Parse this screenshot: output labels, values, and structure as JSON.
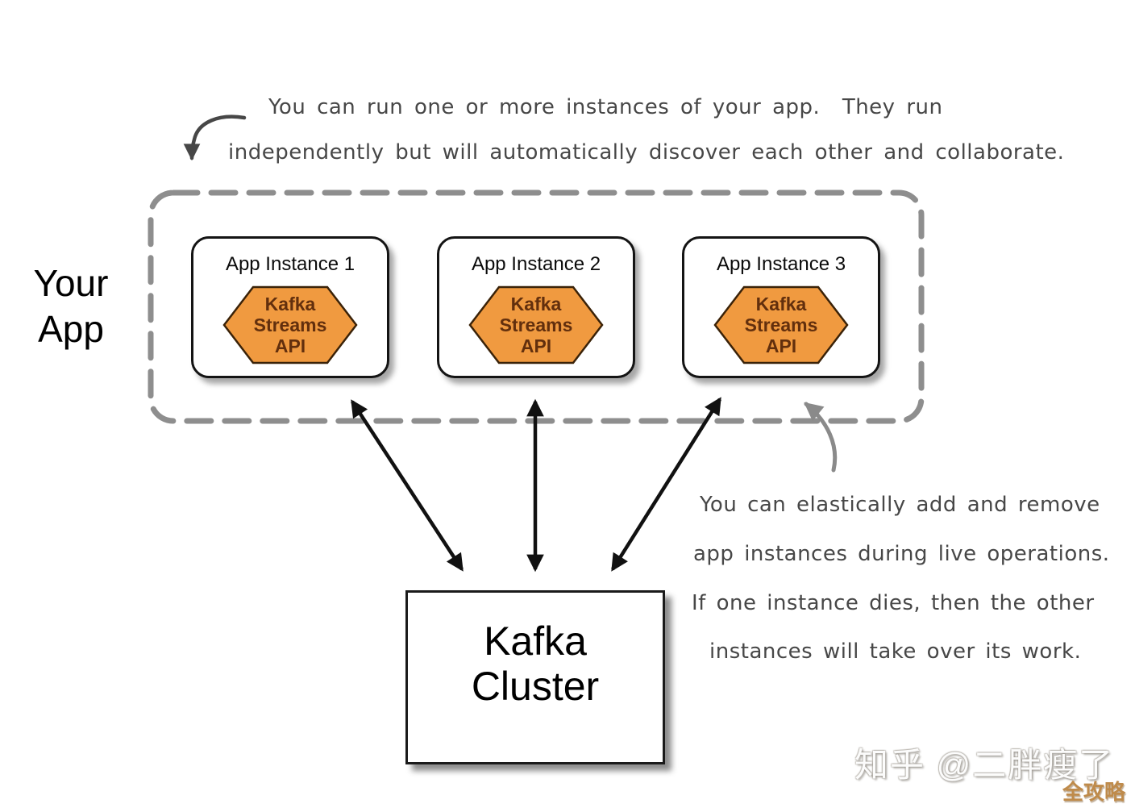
{
  "diagram": {
    "annotation_top": {
      "line1": "You can run one or more instances of your app.  They run",
      "line2": "independently but will automatically discover each other and collaborate."
    },
    "your_app_label": {
      "line1": "Your",
      "line2": "App"
    },
    "instances": [
      {
        "title": "App Instance 1",
        "hexagon": {
          "line1": "Kafka",
          "line2": "Streams",
          "line3": "API"
        }
      },
      {
        "title": "App Instance 2",
        "hexagon": {
          "line1": "Kafka",
          "line2": "Streams",
          "line3": "API"
        }
      },
      {
        "title": "App Instance 3",
        "hexagon": {
          "line1": "Kafka",
          "line2": "Streams",
          "line3": "API"
        }
      }
    ],
    "cluster": {
      "line1": "Kafka",
      "line2": "Cluster"
    },
    "annotation_right": {
      "line1": "You can elastically add and remove",
      "line2": "app instances during live operations.",
      "line3": "If one instance dies, then the other",
      "line4": "instances will take over its work."
    }
  },
  "watermark": {
    "credit": "知乎 @二胖瘦了",
    "badge": "全攻略"
  },
  "colors": {
    "hexagon_fill": "#F09A40",
    "hexagon_border": "#3a2208",
    "hexagon_text": "#622f0d",
    "annotation": "#474747",
    "dashed_border": "#8e8e8e",
    "arrow_black": "#111111",
    "arrow_gray": "#8a8a8a",
    "badge": "#bf8b4b"
  }
}
